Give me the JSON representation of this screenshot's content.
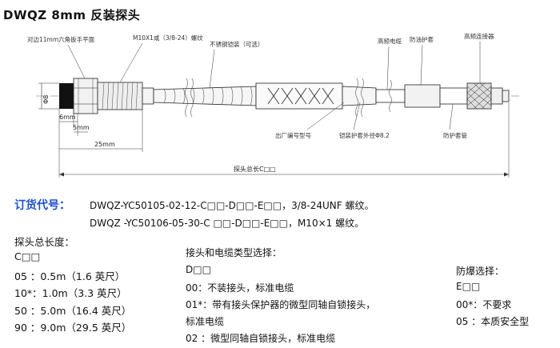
{
  "title": "DWQZ    8mm 反装探头",
  "diagram": {
    "labels": {
      "wrench_flat": "对边11mm六角扳手平面",
      "thread": "M10X1或（3/8-24）螺纹",
      "armor": "不锈钢铠装（可选）",
      "hf_cable": "高频电缆",
      "oil_guard": "防油护套",
      "hf_connector": "高频连接器",
      "serial_no": "出厂编号型号",
      "armor_od": "铠装护套外径Φ8.2",
      "guard_tube": "防护套管",
      "phi8": "Φ8",
      "dim_6mm": "6mm",
      "dim_5mm": "5mm",
      "dim_25mm": "25mm",
      "total_length": "探头总长C□□"
    }
  },
  "order": {
    "label": "订货代号：",
    "line1": "DWQZ-YC50105-02-12-C□□-D□□-E□□，3/8-24UNF 螺纹。",
    "line2": "DWQZ -YC50106-05-30-C □□-D□□-E□□，M10×1 螺纹。"
  },
  "length_section": {
    "heading": "探头总长度：",
    "code": "C□□",
    "options": [
      "05 ：0.5m（1.6 英尺）",
      "10*：1.0m（3.3 英尺）",
      "50 ：5.0m（16.4 英尺）",
      "90 ：9.0m（29.5 英尺）"
    ]
  },
  "connector_section": {
    "heading": "接头和电缆类型选择：",
    "code": "D□□",
    "options": [
      "00：不装接头，标准电缆",
      "01*：带有接头保护器的微型同轴自锁接头，",
      "标准电缆",
      "02 ：微型同轴自锁接头，标准电缆"
    ]
  },
  "explosion_section": {
    "heading": "防爆选择：",
    "code": "E□□",
    "options": [
      "00*：不要求",
      "05 ：本质安全型"
    ]
  }
}
